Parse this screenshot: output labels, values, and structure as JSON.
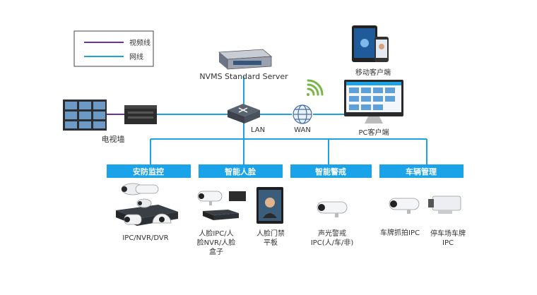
{
  "legend": {
    "video_line": "视频线",
    "network_line": "网线"
  },
  "server": {
    "label": "NVMS Standard Server"
  },
  "mobile": {
    "label": "移动客户端"
  },
  "pc": {
    "label": "PC客户端"
  },
  "tv": {
    "label": "电视墙"
  },
  "lan": {
    "label": "LAN"
  },
  "wan": {
    "label": "WAN"
  },
  "categories": {
    "security": "安防监控",
    "face": "智能人脸",
    "alarm": "智能警戒",
    "vehicle": "车辆管理"
  },
  "devices": {
    "ipc_nvr_dvr": "IPC/NVR/DVR",
    "face_box_line1": "人脸IPC/人",
    "face_box_line2": "脸NVR/人脸",
    "face_box_line3": "盒子",
    "face_door_line1": "人脸门禁",
    "face_door_line2": "平板",
    "alarm_line1": "声光警戒",
    "alarm_line2": "IPC(人/车/非)",
    "plate_capture": "车牌抓拍IPC",
    "parking_line1": "停车场车牌",
    "parking_line2": "IPC"
  },
  "colors": {
    "network": "#1aa3e8",
    "video": "#7030a0",
    "category_fill": "#1aa3e8",
    "text": "#333333"
  }
}
